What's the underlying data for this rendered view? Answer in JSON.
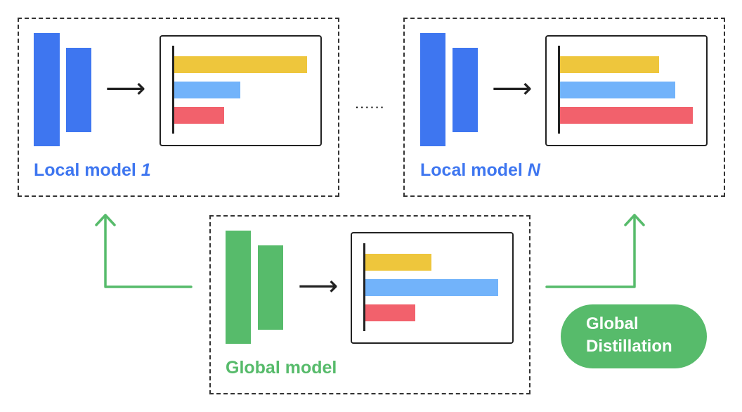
{
  "colors": {
    "local_blue": "#3e76f0",
    "global_green": "#57bb6b",
    "yellow": "#eec63c",
    "light_blue": "#72b3fa",
    "red": "#f2616c"
  },
  "local_model_1": {
    "label": "Local model ",
    "index": "1",
    "bars": [
      0.99,
      0.49,
      0.37
    ]
  },
  "local_model_n": {
    "label": "Local model ",
    "index": "N",
    "bars": [
      0.74,
      0.86,
      0.99
    ]
  },
  "global_model": {
    "label": "Global model",
    "bars": [
      0.49,
      0.99,
      0.37
    ]
  },
  "ellipsis": "......",
  "pill": {
    "line1": "Global",
    "line2": "Distillation"
  },
  "icons": {
    "arrow": "right-arrow-icon",
    "connector": "up-arrow-icon"
  }
}
